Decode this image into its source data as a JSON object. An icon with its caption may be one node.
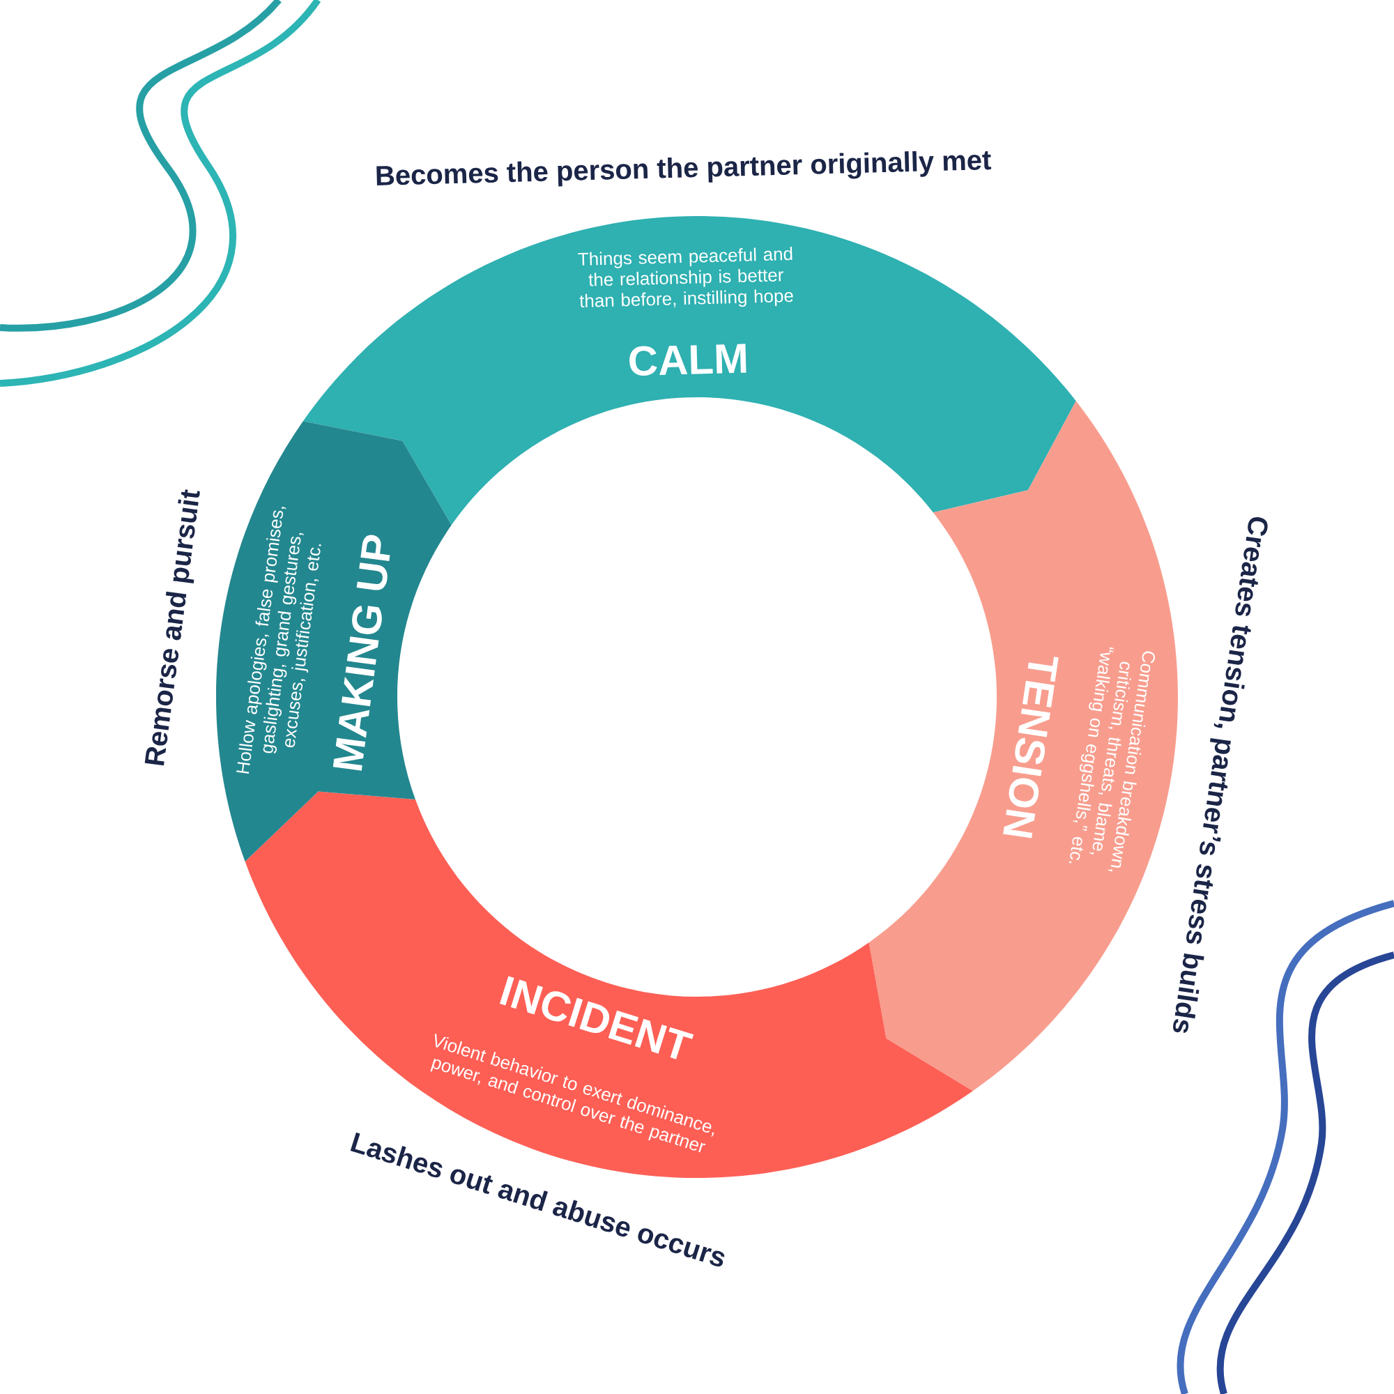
{
  "diagram": {
    "nodes": [
      {
        "text": [
          "Things seem peaceful and the relationship is better than before, instilling hope",
          "CALM"
        ],
        "beside": [
          "Becomes the person the partner originally met"
        ]
      },
      {
        "text": [
          "TENSION",
          "Communication breakdown, criticism, threats, blame, “walking on eggshells,” etc."
        ],
        "beside": [
          "Creates tension, partner’s stress builds"
        ]
      },
      {
        "text": [
          "INCIDENT",
          "Violent behavior to exert dominance, power, and control over the partner"
        ],
        "beside": [
          "Lashes out and abuse occurs"
        ]
      },
      {
        "text": [
          "MAKING UP",
          "Hollow apologies, false promises, gaslighting, grand gestures, excuses, justification, etc."
        ],
        "beside": [
          "Remorse and pursuit"
        ]
      }
    ]
  }
}
